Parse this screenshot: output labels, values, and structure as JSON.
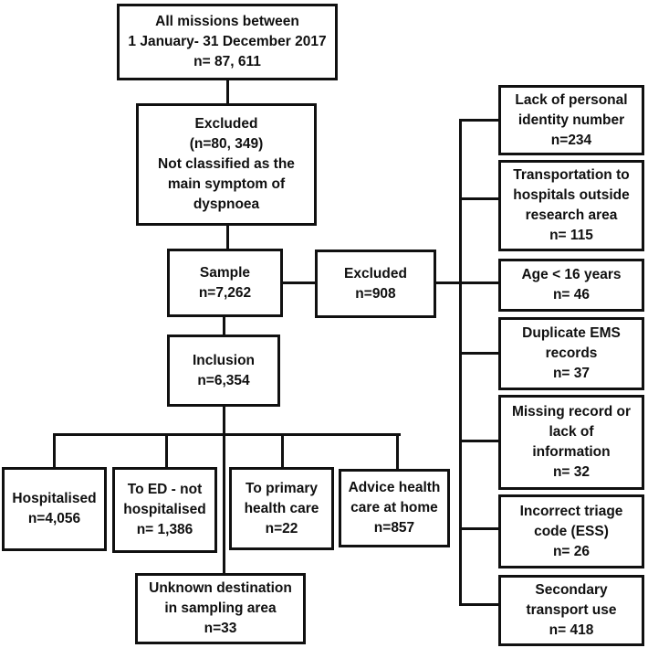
{
  "diagram": {
    "type": "flowchart",
    "description": "Study inclusion/exclusion flow diagram of EMS missions with dyspnoea",
    "colors": {
      "border": "#101010",
      "text": "#101010",
      "background": "#ffffff"
    },
    "boxes": [
      {
        "id": "all-missions",
        "lines": [
          "All missions between",
          "1 January- 31 December 2017",
          "n= 87, 611"
        ]
      },
      {
        "id": "excluded-dyspnoea",
        "lines": [
          "Excluded",
          "(n=80, 349)",
          "Not classified as the",
          "main symptom of",
          "dyspnoea"
        ]
      },
      {
        "id": "sample",
        "lines": [
          "Sample",
          "n=7,262"
        ]
      },
      {
        "id": "excluded-908",
        "lines": [
          "Excluded",
          "n=908"
        ]
      },
      {
        "id": "inclusion",
        "lines": [
          "Inclusion",
          "n=6,354"
        ]
      },
      {
        "id": "hospitalised",
        "lines": [
          "Hospitalised",
          "n=4,056"
        ]
      },
      {
        "id": "to-ed-not-hospitalised",
        "lines": [
          "To ED - not",
          "hospitalised",
          "n= 1,386"
        ]
      },
      {
        "id": "to-primary-health-care",
        "lines": [
          "To primary",
          "health care",
          "n=22"
        ]
      },
      {
        "id": "advice-health-care-home",
        "lines": [
          "Advice health",
          "care at home",
          "n=857"
        ]
      },
      {
        "id": "unknown-destination",
        "lines": [
          "Unknown destination",
          "in sampling area",
          "n=33"
        ]
      },
      {
        "id": "lack-identity-number",
        "lines": [
          "Lack of personal",
          "identity number",
          "n=234"
        ]
      },
      {
        "id": "transport-outside-area",
        "lines": [
          "Transportation to",
          "hospitals outside",
          "research area",
          "n= 115"
        ]
      },
      {
        "id": "age-under-16",
        "lines": [
          "Age < 16 years",
          "n= 46"
        ]
      },
      {
        "id": "duplicate-ems-records",
        "lines": [
          "Duplicate EMS",
          "records",
          "n= 37"
        ]
      },
      {
        "id": "missing-record",
        "lines": [
          "Missing record or",
          "lack of",
          "information",
          "n= 32"
        ]
      },
      {
        "id": "incorrect-triage-code",
        "lines": [
          "Incorrect triage",
          "code (ESS)",
          "n= 26"
        ]
      },
      {
        "id": "secondary-transport",
        "lines": [
          "Secondary",
          "transport use",
          "n= 418"
        ]
      }
    ]
  }
}
